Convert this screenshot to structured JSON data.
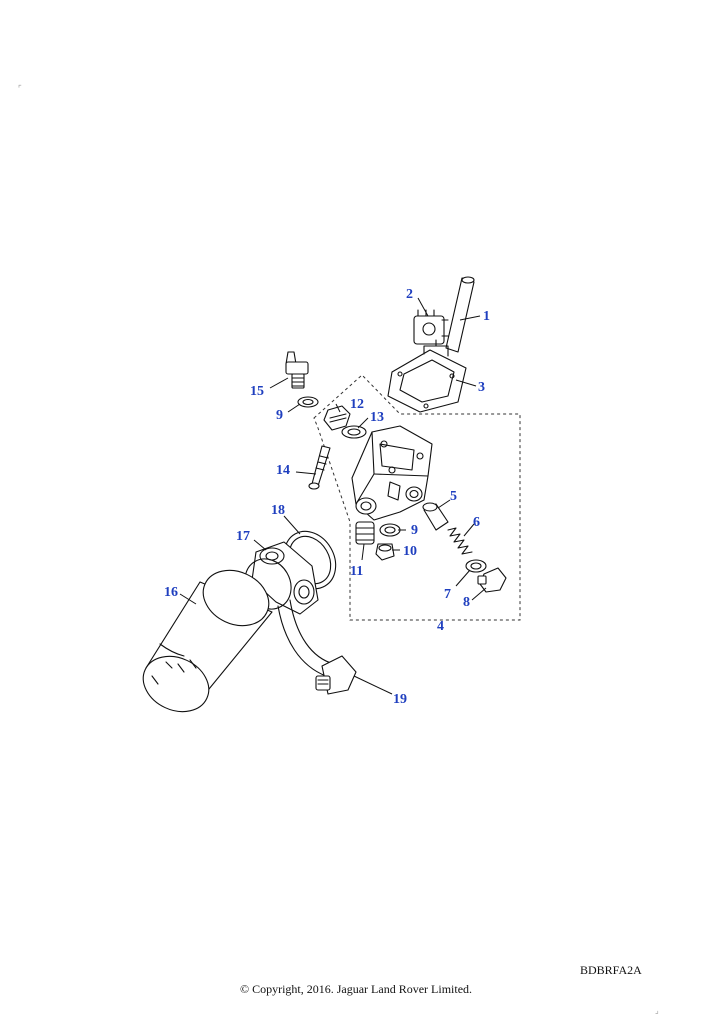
{
  "diagram": {
    "callouts": [
      {
        "label": "1"
      },
      {
        "label": "2"
      },
      {
        "label": "3"
      },
      {
        "label": "4"
      },
      {
        "label": "5"
      },
      {
        "label": "6"
      },
      {
        "label": "7"
      },
      {
        "label": "8"
      },
      {
        "label": "9"
      },
      {
        "label": "9"
      },
      {
        "label": "10"
      },
      {
        "label": "11"
      },
      {
        "label": "12"
      },
      {
        "label": "13"
      },
      {
        "label": "14"
      },
      {
        "label": "15"
      },
      {
        "label": "16"
      },
      {
        "label": "17"
      },
      {
        "label": "18"
      },
      {
        "label": "19"
      }
    ],
    "callout_color": "#1f3fbf"
  },
  "footer": {
    "image_code": "BDBRFA2A",
    "copyright": "© Copyright, 2016. Jaguar Land Rover Limited."
  }
}
